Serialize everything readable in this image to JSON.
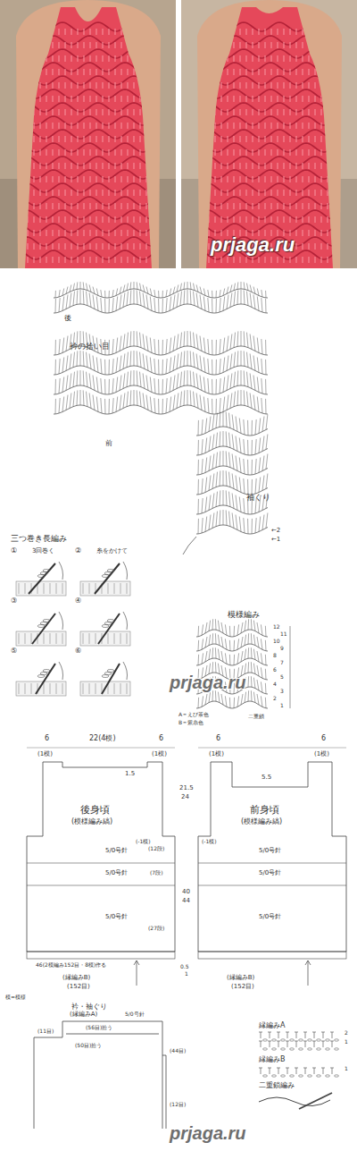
{
  "diagram": {
    "labels": [
      "prjaga.ru",
      "後",
      "衿の拾い目",
      "前",
      "袖ぐり",
      "三つ巻き長編み",
      "①",
      "3回巻く",
      "②",
      "糸をかけて",
      "③",
      "④",
      "⑤",
      "⑥",
      "←2",
      "←1",
      "模様編み",
      "12",
      "11",
      "10",
      "9",
      "8",
      "7",
      "6",
      "5",
      "4",
      "3",
      "2",
      "1",
      "A＝えび茶色",
      "B＝紫糸色",
      "二重鎖",
      "prjaga.ru",
      "6",
      "(1模)",
      "22(4模)",
      "6",
      "(1模)",
      "1.5",
      "21.5",
      "24",
      "6",
      "(1模)",
      "6",
      "(1模)",
      "5.5",
      "後身頃",
      "(模様編み縞)",
      "前身頃",
      "(模様編み縞)",
      "(-1模)",
      "(-1模)",
      "5/0号針",
      "5/0号針",
      "5/0号針",
      "(12段)",
      "(7段)",
      "(27段)",
      "40",
      "44",
      "5/0号針",
      "5/0号針",
      "5/0号針",
      "46(2模編み152目・8模)作る",
      "(縁編みB)",
      "(152目)",
      "0.5",
      "1",
      "(縁編みB)",
      "(152目)",
      "模=模様",
      "衿・袖ぐり",
      "(縁編みA)",
      "5/0号針",
      "(56目)拾う",
      "(11目)",
      "(50目)拾う",
      "(44目)",
      "(12目)",
      "縁編みA",
      "2",
      "1",
      "縁編みB",
      "1",
      "二重鎖編み",
      "prjaga.ru"
    ]
  }
}
